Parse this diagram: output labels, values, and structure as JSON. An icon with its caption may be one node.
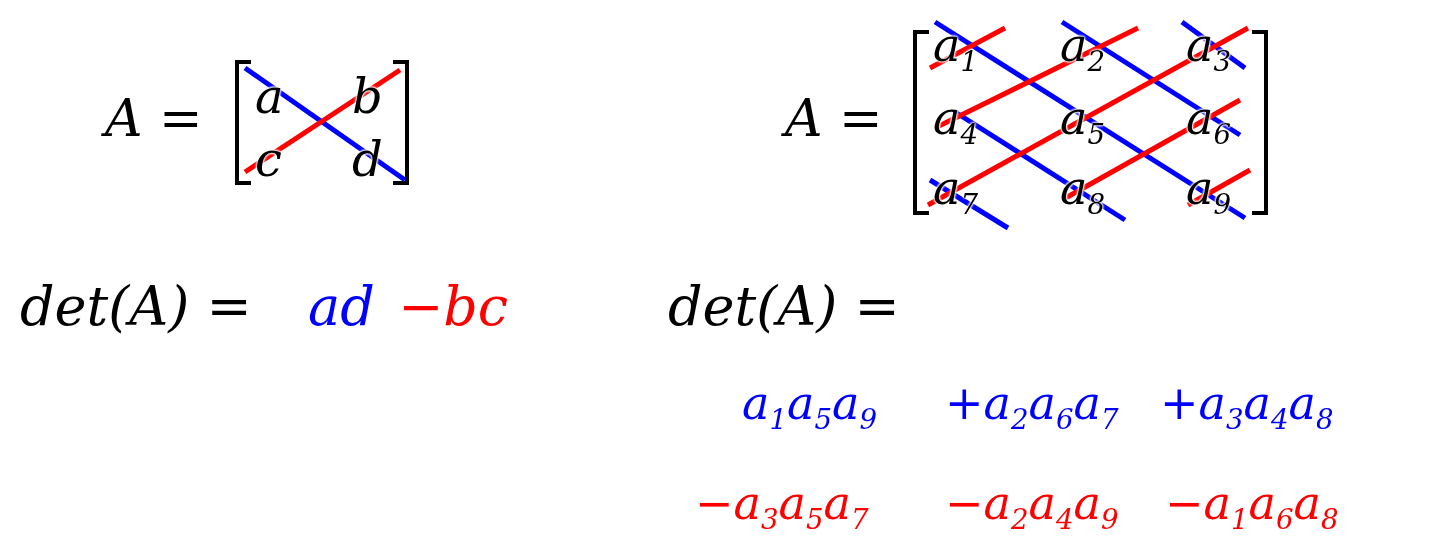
{
  "diagram": {
    "labels": [
      "A =",
      "a",
      "b",
      "c",
      "d",
      "det(A) =",
      "ad",
      "−bc",
      "A =",
      "a$_{1}$",
      "a$_{2}$",
      "a$_{3}$",
      "a$_{4}$",
      "a$_{5}$",
      "a$_{6}$",
      "a$_{7}$",
      "a$_{8}$",
      "a$_{9}$",
      "det(A) =",
      "a$_{1}$a$_{5}$a$_{9}$",
      "+a$_{2}$a$_{6}$a$_{7}$",
      "+a$_{3}$a$_{4}$a$_{8}$",
      "−a$_{3}$a$_{5}$a$_{7}$",
      "−a$_{2}$a$_{4}$a$_{9}$",
      "−a$_{1}$a$_{6}$a$_{8}$"
    ]
  }
}
